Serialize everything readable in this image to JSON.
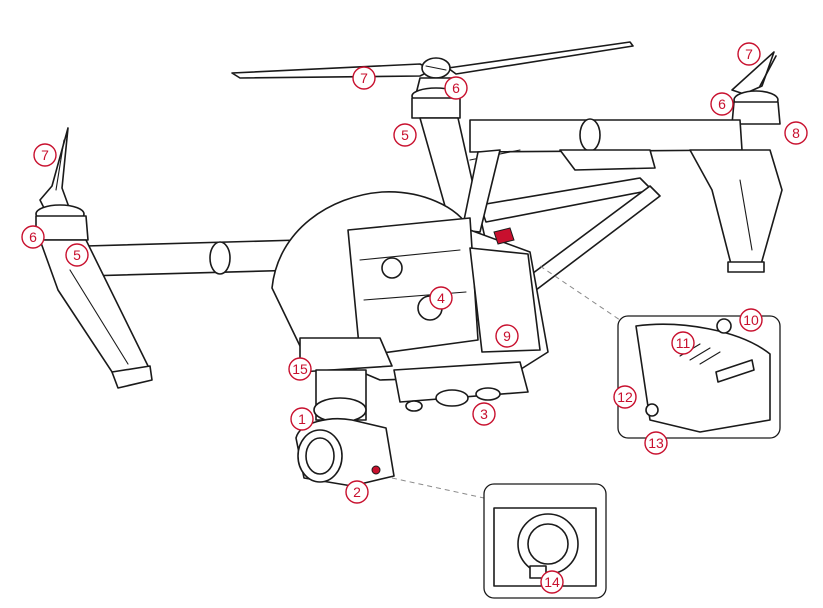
{
  "accent_color": "#c8102e",
  "callouts": [
    {
      "id": "c1",
      "label": "1"
    },
    {
      "id": "c2",
      "label": "2"
    },
    {
      "id": "c3",
      "label": "3"
    },
    {
      "id": "c4",
      "label": "4"
    },
    {
      "id": "c5a",
      "label": "5"
    },
    {
      "id": "c5b",
      "label": "5"
    },
    {
      "id": "c6a",
      "label": "6"
    },
    {
      "id": "c6b",
      "label": "6"
    },
    {
      "id": "c6c",
      "label": "6"
    },
    {
      "id": "c7a",
      "label": "7"
    },
    {
      "id": "c7b",
      "label": "7"
    },
    {
      "id": "c7c",
      "label": "7"
    },
    {
      "id": "c8",
      "label": "8"
    },
    {
      "id": "c9",
      "label": "9"
    },
    {
      "id": "c10",
      "label": "10"
    },
    {
      "id": "c11",
      "label": "11"
    },
    {
      "id": "c12",
      "label": "12"
    },
    {
      "id": "c13",
      "label": "13"
    },
    {
      "id": "c14",
      "label": "14"
    },
    {
      "id": "c15",
      "label": "15"
    }
  ]
}
